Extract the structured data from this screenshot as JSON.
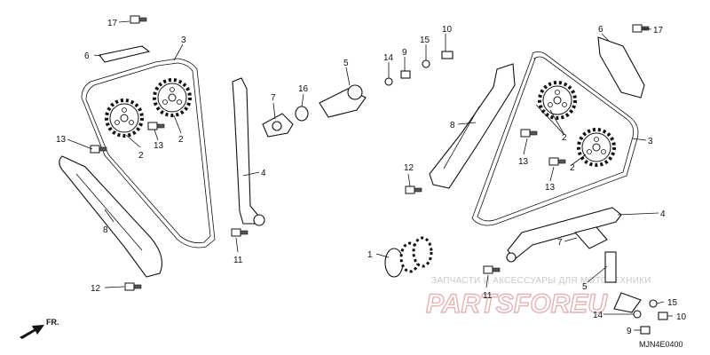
{
  "diagram": {
    "code": "MJN4E0400",
    "front_label": "FR.",
    "callouts": [
      "1",
      "2",
      "3",
      "4",
      "5",
      "6",
      "7",
      "8",
      "9",
      "10",
      "11",
      "12",
      "13",
      "14",
      "15",
      "16",
      "17"
    ]
  },
  "watermark": {
    "line1": "ЗАПЧАСТИ И АКСЕССУАРЫ ДЛЯ МОТОТЕХНИКИ",
    "line2": "PARTSFOREU"
  }
}
